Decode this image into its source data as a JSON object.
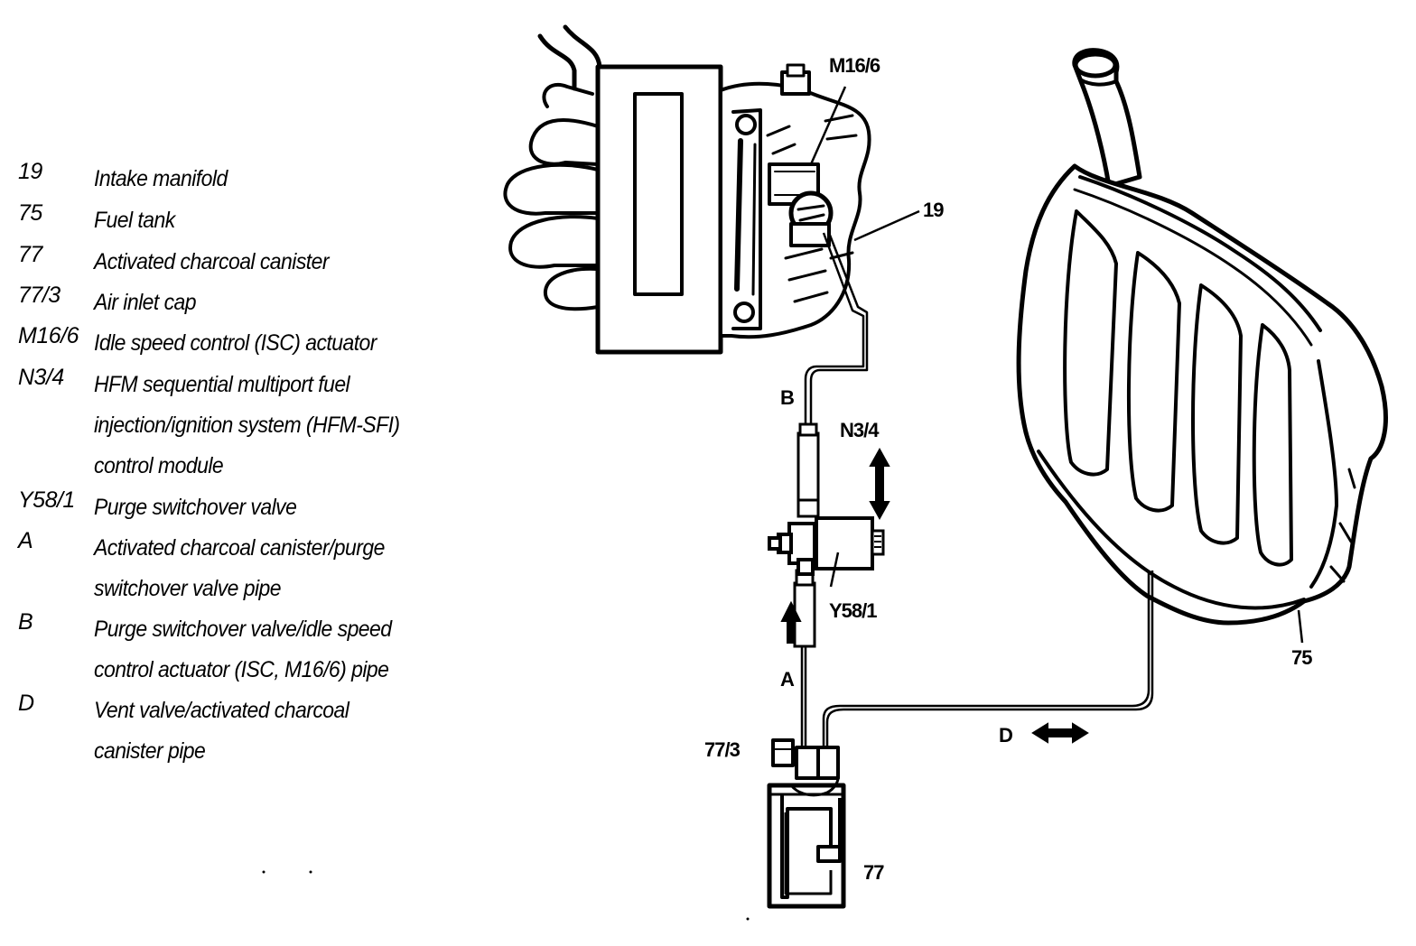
{
  "legend": [
    {
      "code": "19",
      "lines": [
        "Intake manifold"
      ]
    },
    {
      "code": "75",
      "lines": [
        "Fuel tank"
      ]
    },
    {
      "code": "77",
      "lines": [
        "Activated charcoal canister"
      ]
    },
    {
      "code": "77/3",
      "lines": [
        "Air inlet cap"
      ]
    },
    {
      "code": "M16/6",
      "lines": [
        "Idle speed control (ISC) actuator"
      ]
    },
    {
      "code": "N3/4",
      "lines": [
        "HFM sequential multiport fuel",
        "injection/ignition system (HFM-SFI)",
        "control module"
      ]
    },
    {
      "code": "Y58/1",
      "lines": [
        "Purge switchover valve"
      ]
    },
    {
      "code": "A",
      "lines": [
        "Activated charcoal canister/purge",
        "switchover valve pipe"
      ]
    },
    {
      "code": "B",
      "lines": [
        "Purge switchover valve/idle speed",
        "control actuator (ISC, M16/6) pipe"
      ]
    },
    {
      "code": "D",
      "lines": [
        "Vent valve/activated charcoal",
        "canister pipe"
      ]
    }
  ],
  "callouts": {
    "m16_6": "M16/6",
    "c19": "19",
    "b": "B",
    "n3_4": "N3/4",
    "y58_1": "Y58/1",
    "a": "A",
    "c77_3": "77/3",
    "d": "D",
    "c75": "75",
    "c77": "77"
  },
  "colors": {
    "ink": "#000000",
    "paper": "#ffffff"
  }
}
